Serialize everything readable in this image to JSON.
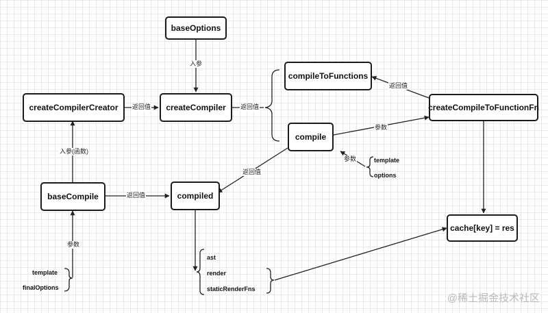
{
  "nodes": {
    "base_options": "baseOptions",
    "create_compiler_creator": "createCompilerCreator",
    "create_compiler": "createCompiler",
    "compile_to_functions": "compileToFunctions",
    "create_compile_to_function_fn": "createCompileToFunctionFn",
    "compile": "compile",
    "base_compile": "baseCompile",
    "compiled": "compiled",
    "cache": "cache[key] = res"
  },
  "edge_labels": {
    "input_param": "入参",
    "return_creator": "返回值",
    "return_compiler": "返回值",
    "return_to_functions": "返回值",
    "param_compile": "参数",
    "input_param_fn": "入参(函数)",
    "return_compile": "返回值",
    "param_template_options": "参数",
    "return_base_compile": "返回值",
    "param_base_compile": "参数"
  },
  "groups": {
    "compile_args": [
      "template",
      "options"
    ],
    "compiled_fields": [
      "ast",
      "render",
      "staticRenderFns"
    ],
    "base_compile_args": [
      "template",
      "finalOptions"
    ]
  },
  "watermark": "@稀土掘金技术社区"
}
